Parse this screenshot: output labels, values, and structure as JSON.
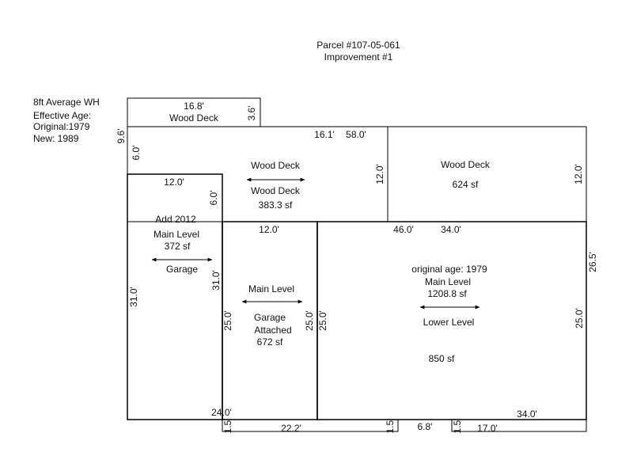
{
  "header": {
    "parcel": "Parcel #107-05-061",
    "improvement": "Improvement #1"
  },
  "notes": {
    "avg_wall_height": "8ft Average WH",
    "effective_age_label": "Effective Age:",
    "original": "Original:1979",
    "new": "New: 1989"
  },
  "areas": {
    "top_deck": {
      "name": "Wood Deck",
      "width": "16.8'",
      "depth": "3.6'"
    },
    "deck_mid_left": {
      "label_top": "Wood Deck",
      "label_bottom": "Wood Deck",
      "area": "383.3 sf"
    },
    "deck_right": {
      "name": "Wood Deck",
      "area": "624 sf"
    },
    "addition": {
      "line1": "Add 2012",
      "line2": "Main Level",
      "area": "372 sf",
      "lower": "Garage"
    },
    "garage": {
      "line1": "Main Level",
      "line2": "Garage",
      "line3": "Attached",
      "area": "672 sf"
    },
    "main": {
      "line1": "original age:  1979",
      "line2": "Main Level",
      "area": "1208.8 sf",
      "lower": "Lower Level",
      "lower_area": "850 sf"
    }
  },
  "dimensions": {
    "d_9_6": "9.6'",
    "d_6_0_left": "6.0'",
    "d_16_1": "16.1'",
    "d_58_0": "58.0'",
    "d_12_0_mid": "12.0'",
    "d_12_0_right": "12.0'",
    "d_12_0_add_top": "12.0'",
    "d_6_0_inner": "6.0'",
    "d_12_0_garage_top": "12.0'",
    "d_46_0": "46.0'",
    "d_34_0_top": "34.0'",
    "d_26_5": "26.5'",
    "d_31_0_left": "31.0'",
    "d_31_0_inner": "31.0'",
    "d_25_0_garage_left": "25.0'",
    "d_25_0_garage_right": "25.0'",
    "d_25_0_main_right": "25.0'",
    "d_24_0": "24.0'",
    "d_34_0_bottom": "34.0'",
    "d_1_5_a": "1.5'",
    "d_22_2": "22.2'",
    "d_1_5_b": "1.5'",
    "d_6_8": "6.8'",
    "d_1_5_c": "1.5'",
    "d_17_0": "17.0'"
  }
}
